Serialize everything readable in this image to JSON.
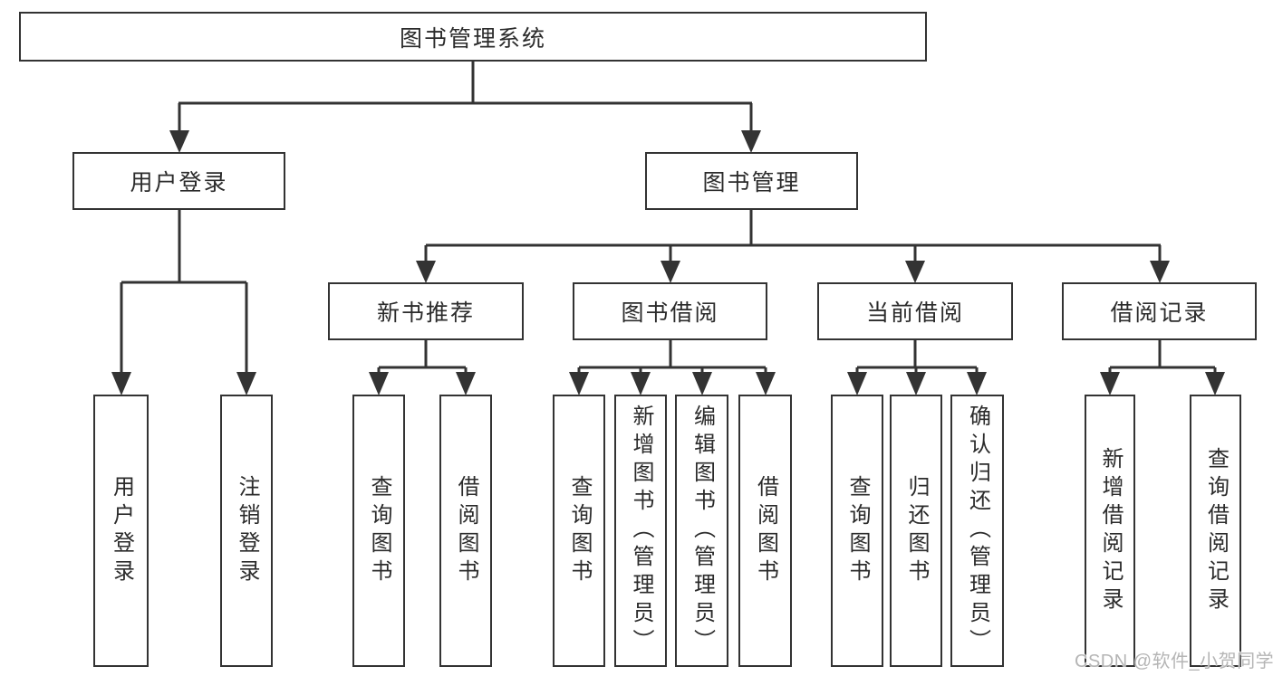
{
  "tree": {
    "root": "图书管理系统",
    "branches": [
      {
        "label": "用户登录",
        "children": [
          "用户登录",
          "注销登录"
        ]
      },
      {
        "label": "图书管理",
        "sections": [
          {
            "label": "新书推荐",
            "children": [
              "查询图书",
              "借阅图书"
            ]
          },
          {
            "label": "图书借阅",
            "children": [
              "查询图书",
              "新增图书（管理员）",
              "编辑图书（管理员）",
              "借阅图书"
            ]
          },
          {
            "label": "当前借阅",
            "children": [
              "查询图书",
              "归还图书",
              "确认归还（管理员）"
            ]
          },
          {
            "label": "借阅记录",
            "children": [
              "新增借阅记录",
              "查询借阅记录"
            ]
          }
        ]
      }
    ]
  },
  "watermark": {
    "text": "CSDN @软件_小贺同学"
  },
  "colors": {
    "line": "#333333",
    "text": "#2b2b2b",
    "watermark": "#b5b5b5",
    "background": "#ffffff"
  }
}
